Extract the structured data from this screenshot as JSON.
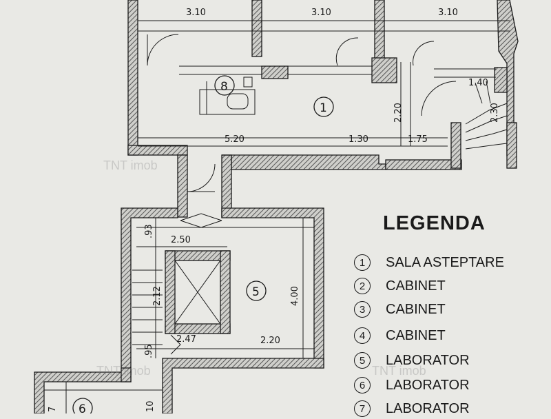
{
  "colors": {
    "paper": "#e9e9e5",
    "ink": "#1a1a1a",
    "wall_hatch": "#555555"
  },
  "dimensions": {
    "top_left": "3.10",
    "top_middle": "3.10",
    "top_right": "3.10",
    "stair_top": "1.40",
    "stair_side": "2.30",
    "room1_height": "2.20",
    "bottom_a": "5.20",
    "bottom_b": "1.30",
    "bottom_c": "1.75",
    "room5_small": ".93",
    "room5_width": "2.50",
    "room5_height": "4.00",
    "room5_bottom": "2.20",
    "stair2_top": "2.12",
    "stair2_mid": "2.47",
    "stair2_bottom": ".95",
    "lower_left": "7",
    "lower_small": "10"
  },
  "rooms": {
    "room1": "1",
    "room5": "5",
    "room8": "8",
    "room6": "6"
  },
  "legend": {
    "title": "LEGENDA",
    "items": [
      {
        "num": "1",
        "label": "SALA ASTEPTARE"
      },
      {
        "num": "2",
        "label": "CABINET"
      },
      {
        "num": "3",
        "label": "CABINET"
      },
      {
        "num": "4",
        "label": "CABINET"
      },
      {
        "num": "5",
        "label": "LABORATOR"
      },
      {
        "num": "6",
        "label": "LABORATOR"
      },
      {
        "num": "7",
        "label": "LABORATOR"
      }
    ]
  },
  "watermark": "TNT imob"
}
